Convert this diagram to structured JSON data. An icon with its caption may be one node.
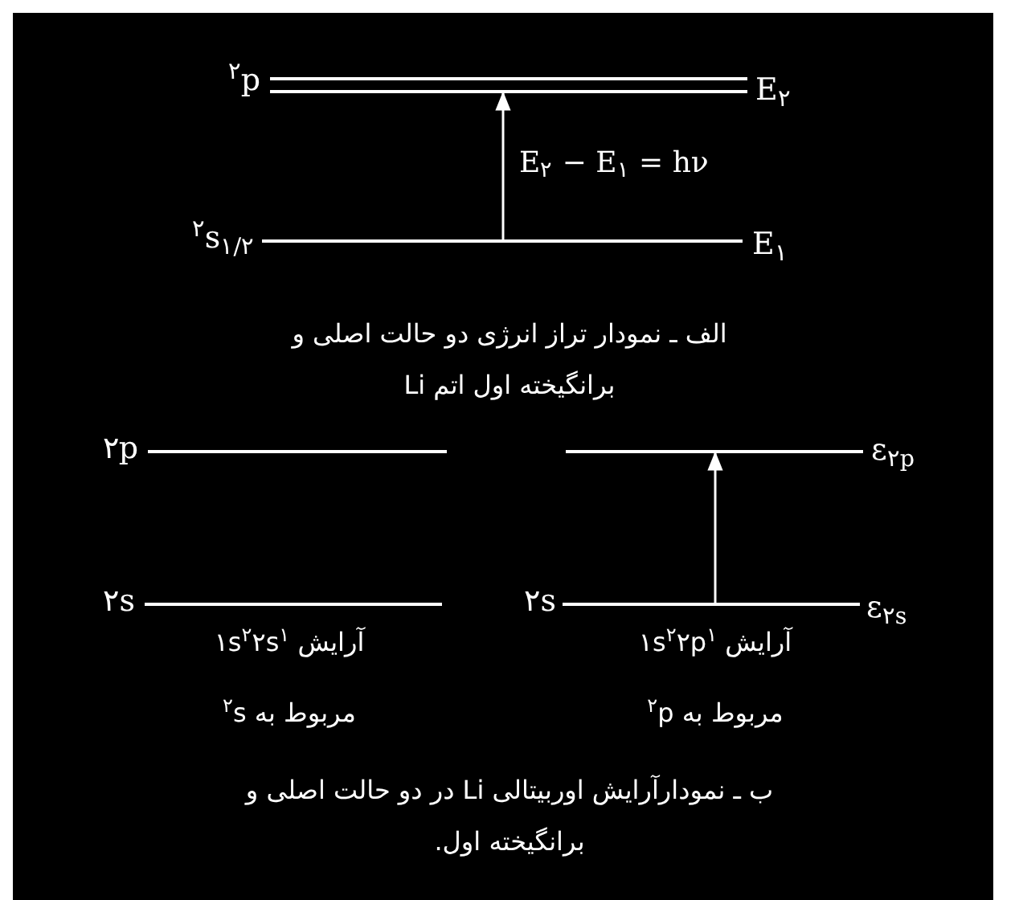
{
  "diagram": {
    "nodes": [
      {
        "text": [],
        "shape": "bar",
        "beside": [
          "$^{۲}$p",
          "E$_{۲}$"
        ]
      },
      {
        "text": [],
        "shape": "bar",
        "beside": [
          "$^{۲}$s$_{۱/۲}$",
          "E$_{۱}$"
        ]
      },
      {
        "text": [],
        "shape": "bar",
        "beside": [
          "۲p"
        ]
      },
      {
        "text": [],
        "shape": "bar",
        "beside": [
          "۲s"
        ]
      },
      {
        "text": [],
        "shape": "bar",
        "beside": [
          "ε$_{۲p}$"
        ]
      },
      {
        "text": [],
        "shape": "bar",
        "beside": [
          "۲s",
          "ε$_{۲s}$"
        ]
      }
    ],
    "edges": [
      {
        "from": 1,
        "to": 0,
        "arrow": "to",
        "label": "E$_{۲}$ − E$_{۱}$ = hν"
      },
      {
        "from": 5,
        "to": 4,
        "arrow": "to"
      }
    ],
    "labels": [
      "الف ـ نمودار تراز انرژی دو حالت اصلی و برانگیخته اول اتم Li",
      "آرایش ۱s$^{۲}$۲s$^{۱}$",
      "آرایش ۱s$^{۲}$۲p$^{۱}$",
      "مربوط به $^{۲}$s",
      "مربوط به $^{۲}$p",
      "ب ـ نمودارآرایش اوربیتالی Li در دو حالت اصلی و برانگیخته اول."
    ]
  }
}
